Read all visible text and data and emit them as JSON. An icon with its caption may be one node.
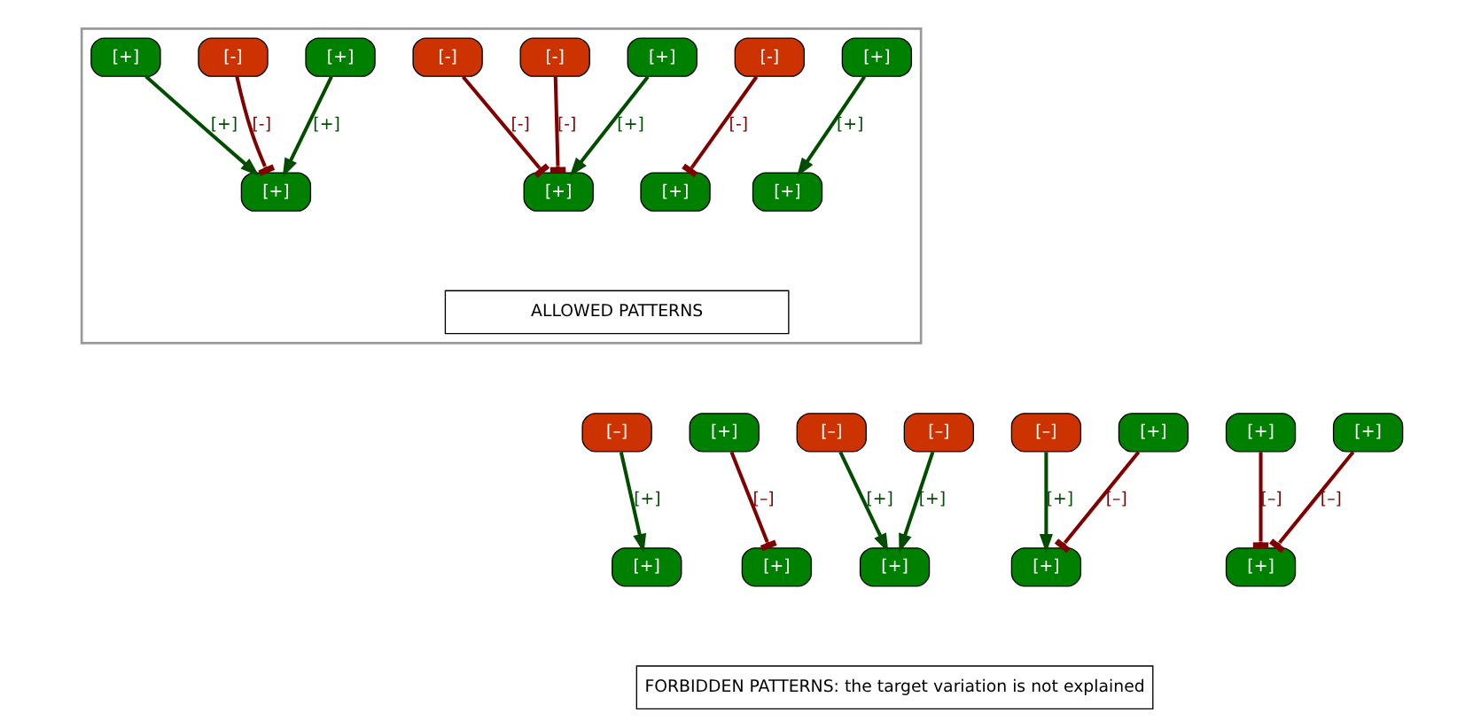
{
  "diagram": {
    "nodes": [
      {
        "text": [],
        "shape": "box"
      },
      {
        "text": [
          "[+]"
        ],
        "in": 0
      },
      {
        "text": [
          "[+]"
        ],
        "in": 0
      },
      {
        "text": [
          "[-]"
        ],
        "in": 0
      },
      {
        "text": [
          "[+]"
        ],
        "in": 0
      },
      {
        "text": [
          "[+]"
        ],
        "in": 0
      },
      {
        "text": [
          "[-]"
        ],
        "in": 0
      },
      {
        "text": [
          "[-]"
        ],
        "in": 0
      },
      {
        "text": [
          "[+]"
        ],
        "in": 0
      },
      {
        "text": [
          "[+]"
        ],
        "in": 0
      },
      {
        "text": [
          "[-]"
        ],
        "in": 0
      },
      {
        "text": [
          "[+]"
        ],
        "in": 0
      },
      {
        "text": [
          "[+]"
        ],
        "in": 0
      },
      {
        "text": [
          "ALLOWED PATTERNS"
        ],
        "in": 0
      },
      {
        "text": [
          "[–]"
        ]
      },
      {
        "text": [
          "[+]"
        ]
      },
      {
        "text": [
          "[+]"
        ]
      },
      {
        "text": [
          "[+]"
        ]
      },
      {
        "text": [
          "[–]"
        ]
      },
      {
        "text": [
          "[–]"
        ]
      },
      {
        "text": [
          "[+]"
        ]
      },
      {
        "text": [
          "[–]"
        ]
      },
      {
        "text": [
          "[+]"
        ]
      },
      {
        "text": [
          "[+]"
        ]
      },
      {
        "text": [
          "[+]"
        ]
      },
      {
        "text": [
          "[+]"
        ]
      },
      {
        "text": [
          "[+]"
        ]
      },
      {
        "text": [
          "FORBIDDEN PATTERNS: the target variation is not explained"
        ]
      }
    ],
    "edges": [
      {
        "from": 1,
        "to": 2,
        "arrow": "to",
        "label": "[+]",
        "color": "#004d00"
      },
      {
        "from": 3,
        "to": 4,
        "arrow": "other",
        "label": "[-]",
        "color": "#800000"
      },
      {
        "from": 6,
        "to": 8,
        "arrow": "other",
        "label": "[-]",
        "color": "#800000"
      },
      {
        "from": 5,
        "to": 8,
        "arrow": "to",
        "label": "[+]",
        "color": "#004d00"
      },
      {
        "from": 7,
        "to": 8,
        "arrow": "other",
        "label": "[-]",
        "color": "#800000"
      },
      {
        "from": 10,
        "to": 12,
        "arrow": "other",
        "label": "[-]",
        "color": "#800000"
      },
      {
        "from": 9,
        "to": 12,
        "arrow": "to",
        "label": "[+]",
        "color": "#004d00"
      },
      {
        "from": 11,
        "to": 12,
        "arrow": "to",
        "label": "[+]",
        "color": "#004d00"
      },
      {
        "from": 14,
        "to": 15,
        "arrow": "to",
        "label": "[+]",
        "color": "#004d00"
      },
      {
        "from": 16,
        "to": 17,
        "arrow": "other",
        "label": "[–]",
        "color": "#800000"
      },
      {
        "from": 18,
        "to": 20,
        "arrow": "to",
        "label": "[+]",
        "color": "#004d00"
      },
      {
        "from": 19,
        "to": 20,
        "arrow": "to",
        "label": "[+]",
        "color": "#004d00"
      },
      {
        "from": 21,
        "to": 23,
        "arrow": "to",
        "label": "[+]",
        "color": "#004d00"
      },
      {
        "from": 22,
        "to": 23,
        "arrow": "other",
        "label": "[–]",
        "color": "#800000"
      },
      {
        "from": 24,
        "to": 26,
        "arrow": "other",
        "label": "[–]",
        "color": "#800000"
      },
      {
        "from": 25,
        "to": 26,
        "arrow": "other",
        "label": "[–]",
        "color": "#800000"
      }
    ]
  }
}
